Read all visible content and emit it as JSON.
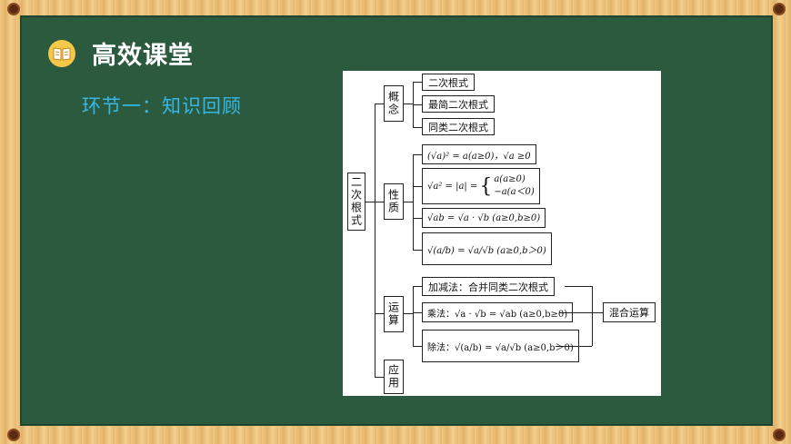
{
  "header": {
    "title": "高效课堂",
    "icon": "book-icon",
    "icon_color": "#f5c84a"
  },
  "section": {
    "label": "环节一：知识回顾",
    "color": "#35b8e6"
  },
  "diagram": {
    "root": "二次根式",
    "branches": {
      "concept": {
        "label": "概念",
        "items": [
          "二次根式",
          "最简二次根式",
          "同类二次根式"
        ]
      },
      "properties": {
        "label": "性质",
        "p1": "(√a)² = a(a≥0)，√a ≥0",
        "p2_left": "√a² = |a| =",
        "p2_case1": "a(a≥0)",
        "p2_case2": "−a(a＜0)",
        "p3": "√ab = √a · √b (a≥0,b≥0)",
        "p4": "√(a/b) = √a/√b (a≥0,b＞0)"
      },
      "operations": {
        "label": "运算",
        "add": "加减法：合并同类二次根式",
        "mul": "乘法：√a · √b = √ab (a≥0,b≥0)",
        "div": "除法：√(a/b) = √a/√b (a≥0,b＞0)",
        "mixed": "混合运算"
      },
      "application": {
        "label": "应用"
      }
    }
  },
  "colors": {
    "board": "#2c5a3f",
    "frame": "#e9c07a"
  }
}
